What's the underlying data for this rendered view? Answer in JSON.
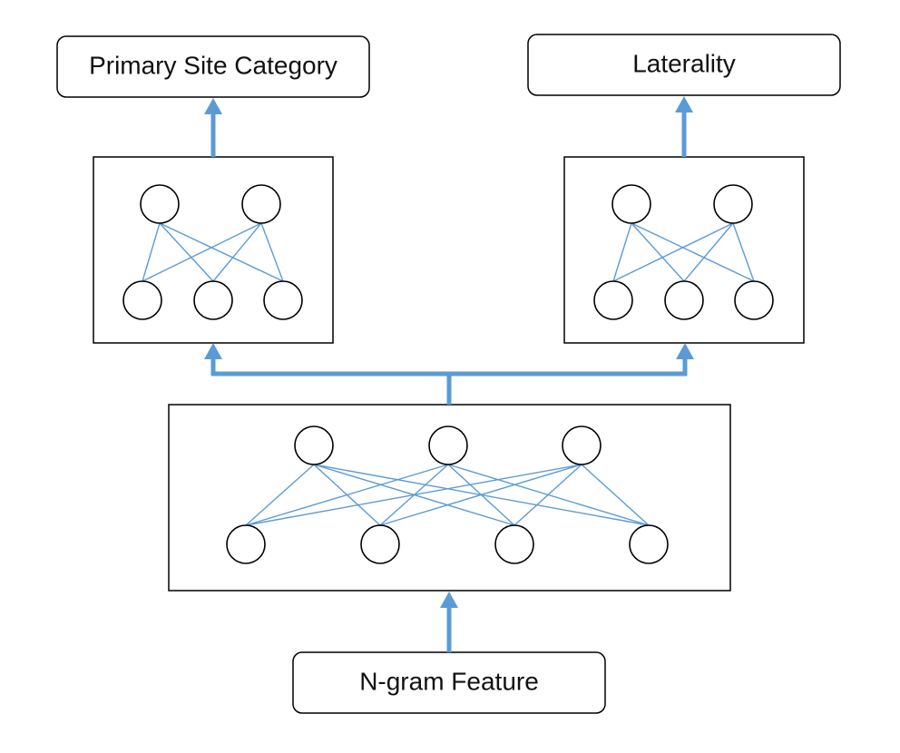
{
  "labels": {
    "primary_site": "Primary Site Category",
    "laterality": "Laterality",
    "input": "N-gram Feature"
  },
  "colors": {
    "arrow": "#5b9bd5",
    "edge": "#5b9bd5",
    "box_stroke": "#000000",
    "node_stroke": "#000000",
    "node_fill": "#ffffff"
  }
}
